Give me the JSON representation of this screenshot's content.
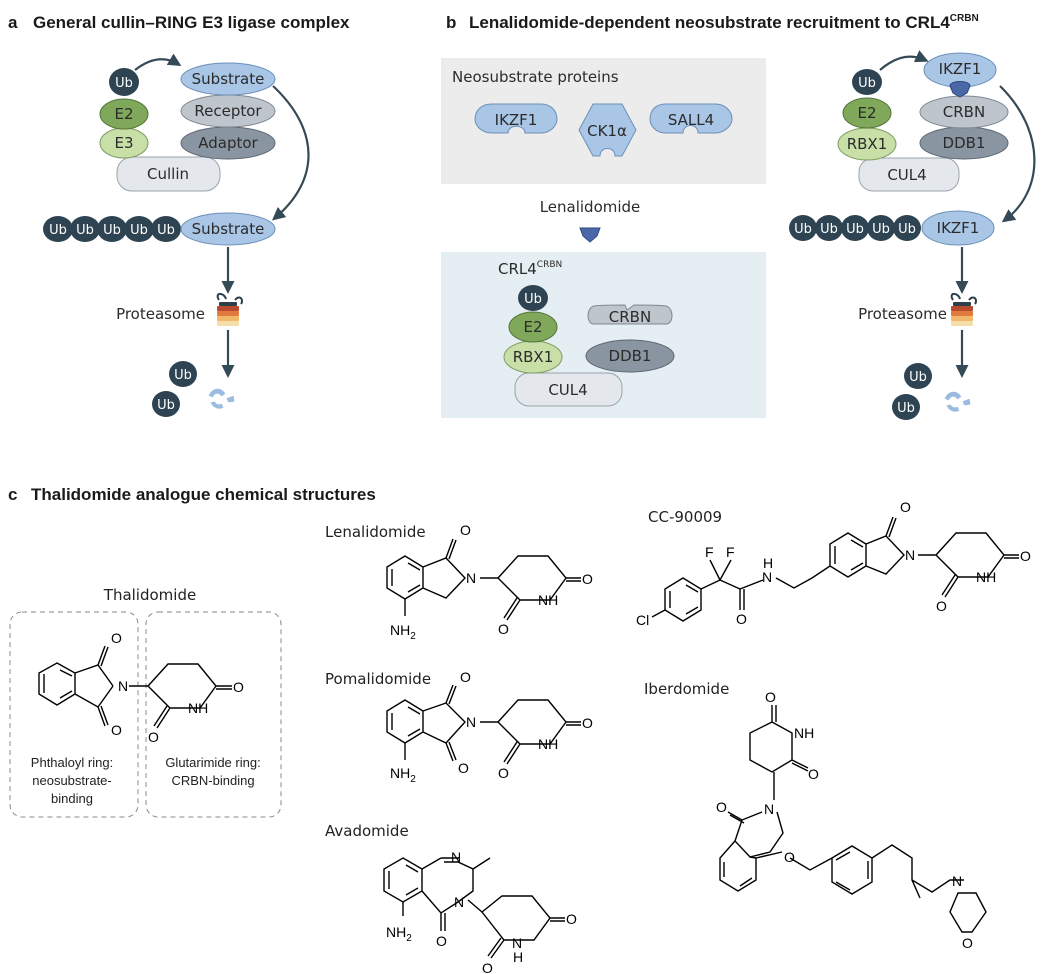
{
  "panel_a": {
    "letter": "a",
    "title": "General cullin–RING E3 ligase complex",
    "ub": "Ub",
    "e2": "E2",
    "e3": "E3",
    "substrate": "Substrate",
    "receptor": "Receptor",
    "adaptor": "Adaptor",
    "cullin": "Cullin",
    "proteasome": "Proteasome"
  },
  "panel_b": {
    "letter": "b",
    "title_main": "Lenalidomide-dependent neosubstrate recruitment to CRL4",
    "title_sup": "CRBN",
    "neo_title": "Neosubstrate proteins",
    "ikzf1": "IKZF1",
    "ck1a": "CK1α",
    "sall4": "SALL4",
    "lenalidomide": "Lenalidomide",
    "crl4_main": "CRL4",
    "crl4_sup": "CRBN",
    "e2": "E2",
    "rbx1": "RBX1",
    "crbn": "CRBN",
    "ddb1": "DDB1",
    "cul4": "CUL4",
    "ub": "Ub",
    "proteasome": "Proteasome"
  },
  "panel_c": {
    "letter": "c",
    "title": "Thalidomide analogue chemical structures",
    "thalidomide": "Thalidomide",
    "phthaloyl": [
      "Phthaloyl ring:",
      "neosubstrate-",
      "binding"
    ],
    "glutarimide": [
      "Glutarimide ring:",
      "CRBN-binding"
    ],
    "lenalidomide": "Lenalidomide",
    "pomalidomide": "Pomalidomide",
    "avadomide": "Avadomide",
    "cc90009": "CC-90009",
    "iberdomide": "Iberdomide",
    "atoms": {
      "O": "O",
      "N": "N",
      "NH": "NH",
      "H": "H",
      "NH2_N": "NH",
      "NH2_sub": "2",
      "F": "F",
      "Cl": "Cl"
    }
  },
  "colors": {
    "ub": "#2e4452",
    "e2": "#7fa85a",
    "e3": "#c8dfa8",
    "substrate": "#a9c6e6",
    "receptor": "#bfc5cc",
    "adaptor": "#8a95a2",
    "cullin": "#e4e7ec",
    "arrow": "#354a57",
    "drug": "#4a68a8",
    "neo_box": "#ececec",
    "crl4_box": "#e5eef2"
  }
}
